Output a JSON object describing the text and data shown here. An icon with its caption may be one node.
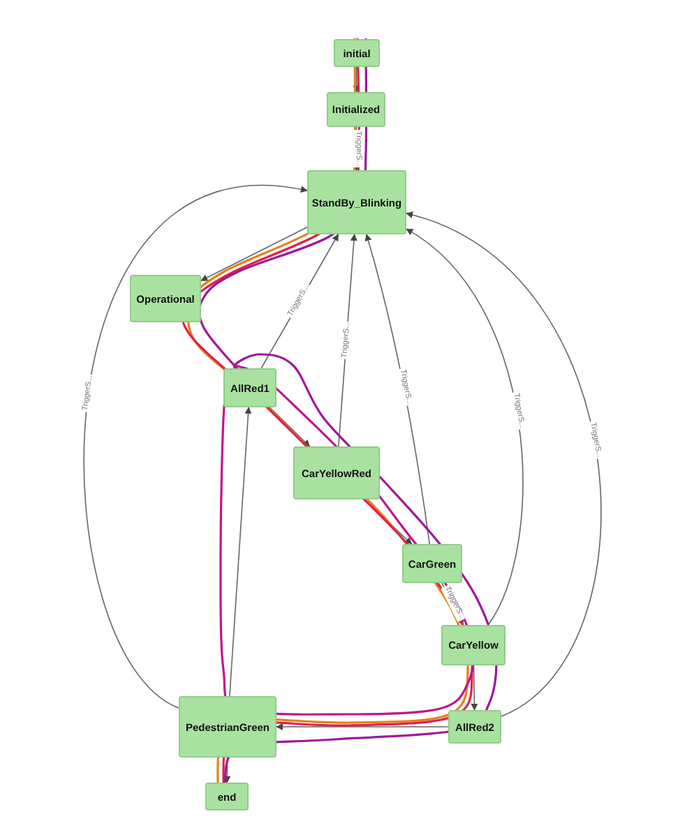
{
  "diagram": {
    "nodes": [
      {
        "text": [
          "initial"
        ]
      },
      {
        "text": [
          "Initialized"
        ]
      },
      {
        "text": [
          "StandBy_Blinking"
        ]
      },
      {
        "text": [
          "Operational"
        ]
      },
      {
        "text": [
          "AllRed1"
        ]
      },
      {
        "text": [
          "CarYellowRed"
        ]
      },
      {
        "text": [
          "CarGreen"
        ]
      },
      {
        "text": [
          "CarYellow"
        ]
      },
      {
        "text": [
          "PedestrianGreen"
        ]
      },
      {
        "text": [
          "AllRed2"
        ]
      },
      {
        "text": [
          "end"
        ]
      }
    ],
    "edges": [
      {
        "from": 0,
        "to": 1,
        "arrow": "to"
      },
      {
        "from": 1,
        "to": 2,
        "arrow": "to",
        "label": "TriggerS..."
      },
      {
        "from": 2,
        "to": 3,
        "arrow": "to"
      },
      {
        "from": 8,
        "to": 2,
        "arrow": "to",
        "label": "TriggerS..."
      },
      {
        "from": 4,
        "to": 2,
        "arrow": "to",
        "label": "TriggerS..."
      },
      {
        "from": 5,
        "to": 2,
        "arrow": "to",
        "label": "TriggerS..."
      },
      {
        "from": 6,
        "to": 2,
        "arrow": "to",
        "label": "TriggerS..."
      },
      {
        "from": 7,
        "to": 2,
        "arrow": "to",
        "label": "TriggerS..."
      },
      {
        "from": 9,
        "to": 2,
        "arrow": "to",
        "label": "TriggerS..."
      },
      {
        "from": 4,
        "to": 5,
        "arrow": "to"
      },
      {
        "from": 5,
        "to": 6,
        "arrow": "to"
      },
      {
        "from": 6,
        "to": 7,
        "arrow": "to",
        "label": "TriggerS..."
      },
      {
        "from": 7,
        "to": 9,
        "arrow": "to"
      },
      {
        "from": 9,
        "to": 8,
        "arrow": "to"
      },
      {
        "from": 8,
        "to": 4,
        "arrow": "to"
      },
      {
        "from": 8,
        "to": 10,
        "arrow": "to"
      }
    ]
  }
}
